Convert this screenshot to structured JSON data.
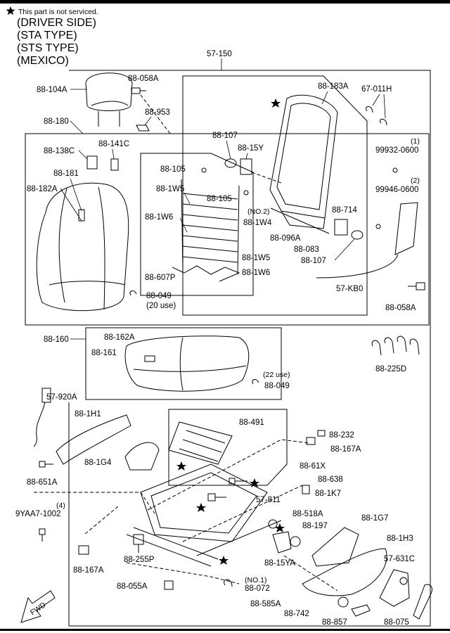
{
  "header": {
    "legend_text": "This part is not serviced.",
    "legend_icon": "star-icon",
    "types": [
      "(DRIVER SIDE)",
      "(STA TYPE)",
      "(STS TYPE)",
      "(MEXICO)"
    ]
  },
  "assembly_label": "57-150",
  "fwd_label": "FWD",
  "labels": {
    "p88_104A": "88-104A",
    "p88_058A_top": "88-058A",
    "p88_953": "88-953",
    "p88_180": "88-180",
    "p88_138C": "88-138C",
    "p88_141C": "88-141C",
    "p88_181": "88-181",
    "p88_182A": "88-182A",
    "p88_049_top": "88-049",
    "p88_049_top_qty": "(20 use)",
    "p88_183A": "88-183A",
    "p67_011H": "67-011H",
    "p88_107_top": "88-107",
    "p88_15Y": "88-15Y",
    "p88_105_a": "88-105",
    "p88_105_b": "88-105",
    "p88_1W5_a": "88-1W5",
    "p88_1W6_a": "88-1W6",
    "p88_1W4_no": "(NO.2)",
    "p88_1W4": "88-1W4",
    "p88_1W5_b": "88-1W5",
    "p88_1W6_b": "88-1W6",
    "p88_607P": "88-607P",
    "p88_096A": "88-096A",
    "p88_714": "88-714",
    "p88_083": "88-083",
    "p88_107_bot": "88-107",
    "p99932_qty": "(1)",
    "p99932": "99932-0600",
    "p99946_qty": "(2)",
    "p99946": "99946-0600",
    "p57_KB0": "57-KB0",
    "p88_058A_right": "88-058A",
    "p88_160": "88-160",
    "p88_162A": "88-162A",
    "p88_161": "88-161",
    "p88_049_bot_qty": "(22 use)",
    "p88_049_bot": "88-049",
    "p88_225D": "88-225D",
    "p57_920A": "57-920A",
    "p88_1H1": "88-1H1",
    "p88_1G4": "88-1G4",
    "p88_651A": "88-651A",
    "p88_491": "88-491",
    "p88_232": "88-232",
    "p88_167A_top": "88-167A",
    "p88_61X": "88-61X",
    "p88_638": "88-638",
    "p88_1K7": "88-1K7",
    "p57_811": "57-811",
    "p88_518A": "88-518A",
    "p88_197": "88-197",
    "p88_1G7": "88-1G7",
    "p88_1H3": "88-1H3",
    "p9YAA7_qty": "(4)",
    "p9YAA7": "9YAA7-1002",
    "p88_167A_bot": "88-167A",
    "p88_255P": "88-255P",
    "p88_15YA": "88-15YA",
    "p57_631C": "57-631C",
    "p88_055A": "88-055A",
    "p88_072_no": "(NO.1)",
    "p88_072": "88-072",
    "p88_585A": "88-585A",
    "p88_742": "88-742",
    "p88_857": "88-857",
    "p88_075": "88-075"
  }
}
